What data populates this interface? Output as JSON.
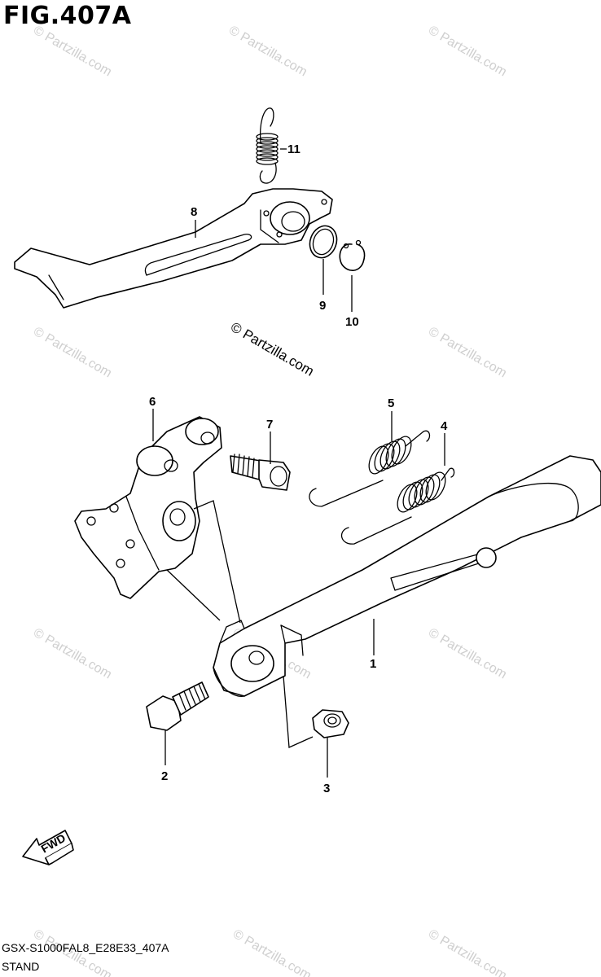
{
  "figure": {
    "title": "FIG.407A",
    "code": "GSX-S1000FAL8_E28E33_407A",
    "name": "STAND"
  },
  "watermark": {
    "text": "© Partzilla.com"
  },
  "direction_arrow": {
    "label": "FWD"
  },
  "parts": [
    {
      "ref": "1",
      "name": "stand"
    },
    {
      "ref": "2",
      "name": "bolt"
    },
    {
      "ref": "3",
      "name": "nut"
    },
    {
      "ref": "4",
      "name": "spring"
    },
    {
      "ref": "5",
      "name": "spring"
    },
    {
      "ref": "6",
      "name": "bracket"
    },
    {
      "ref": "7",
      "name": "bolt"
    },
    {
      "ref": "8",
      "name": "lever"
    },
    {
      "ref": "9",
      "name": "washer"
    },
    {
      "ref": "10",
      "name": "circlip"
    },
    {
      "ref": "11",
      "name": "spring"
    }
  ]
}
